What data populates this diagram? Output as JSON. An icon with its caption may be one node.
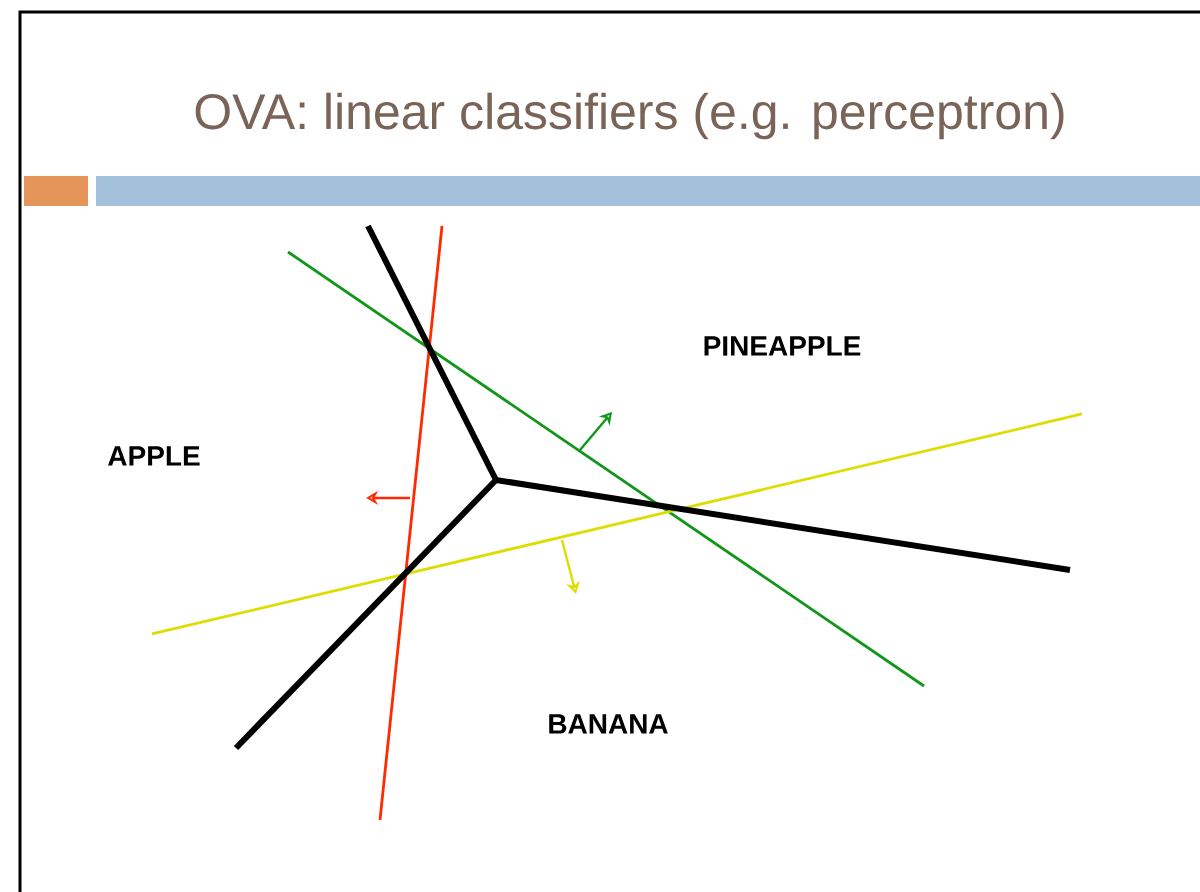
{
  "diagram": {
    "title": "OVA: linear classifiers (e.g. perceptron)",
    "labels": [
      "PINEAPPLE",
      "APPLE",
      "BANANA"
    ]
  }
}
